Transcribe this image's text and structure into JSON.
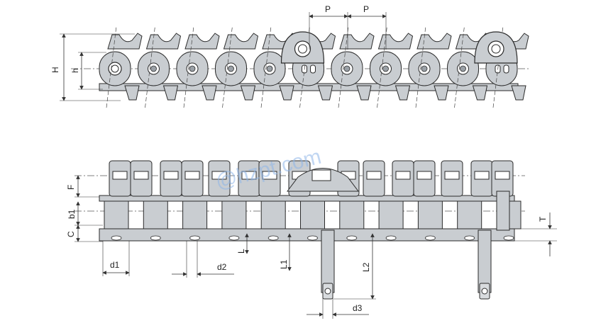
{
  "figure": {
    "watermark": "@hzpt.com",
    "side_view": {
      "labels": {
        "pitch_left": "P",
        "pitch_right": "P",
        "height_total": "H",
        "height_link": "h"
      },
      "link_count": 11,
      "attachment_links": [
        5,
        10
      ]
    },
    "top_view": {
      "labels": {
        "F": "F",
        "b1": "b1",
        "C": "C",
        "T": "T",
        "d1": "d1",
        "d2": "d2",
        "d3": "d3",
        "L": "L",
        "L1": "L1",
        "L2": "L2"
      }
    }
  },
  "colors": {
    "steel": "#c9cdd1",
    "steel_dark": "#9aa0a6",
    "outline": "#2b2b2b",
    "dim": "#333333"
  }
}
